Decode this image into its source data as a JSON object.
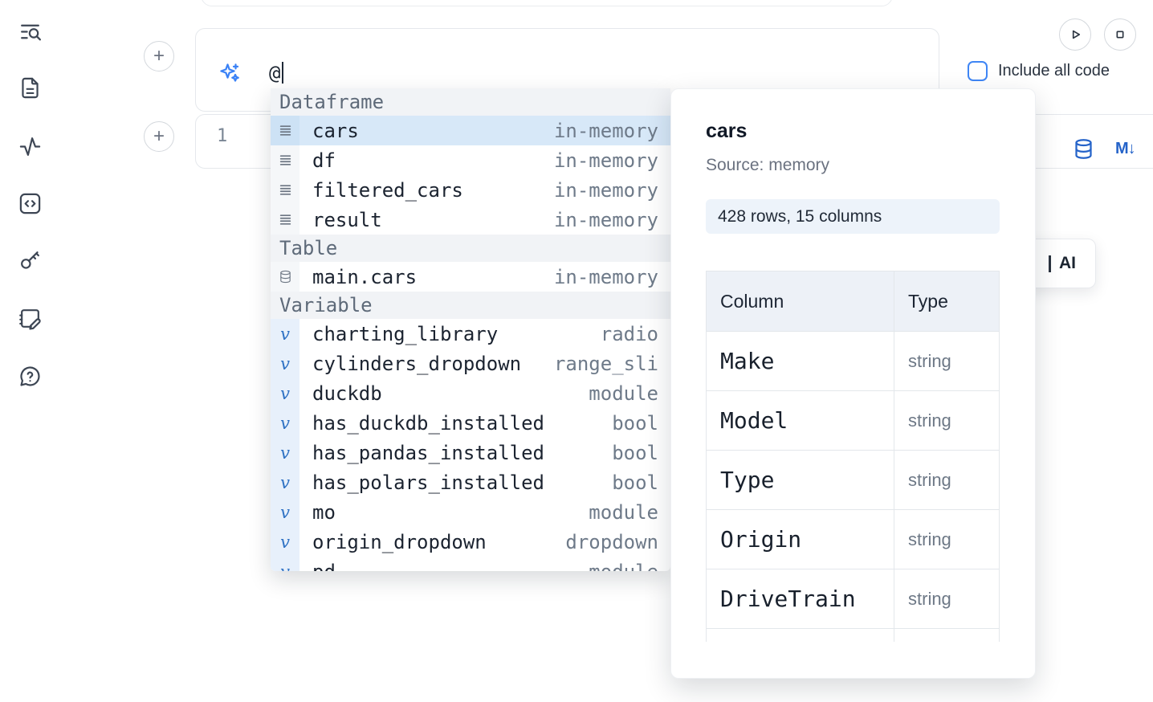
{
  "colors": {
    "accent_blue": "#3b82f6",
    "icon_blue": "#2563c9",
    "selected_row_bg": "#d7e8f8",
    "section_header_bg": "#f1f3f6",
    "badge_bg": "#edf3fa"
  },
  "icon_names": [
    "list-search-icon",
    "document-icon",
    "activity-pulse-icon",
    "code-block-icon",
    "key-icon",
    "scratchpad-icon",
    "help-chat-icon",
    "sparkle-ai-icon",
    "plus-icon",
    "play-icon",
    "stop-icon",
    "database-icon",
    "markdown-icon",
    "dataframe-rows-icon",
    "variable-icon"
  ],
  "icons": {
    "markdown_label": "M↓",
    "plus_label": "+"
  },
  "sidebar": {
    "icons": [
      "list-search-icon",
      "document-icon",
      "activity-pulse-icon",
      "code-block-icon",
      "key-icon",
      "scratchpad-icon",
      "help-chat-icon"
    ]
  },
  "toolbar": {
    "include_all_code_label": "Include all code"
  },
  "ai_input": {
    "value": "@"
  },
  "cell": {
    "line_number": "1"
  },
  "floating_button": {
    "label": "AI"
  },
  "autocomplete": {
    "sections": [
      {
        "label": "Dataframe",
        "items": [
          {
            "icon": "dataframe-rows-icon",
            "name": "cars",
            "type": "in-memory",
            "selected": true
          },
          {
            "icon": "dataframe-rows-icon",
            "name": "df",
            "type": "in-memory"
          },
          {
            "icon": "dataframe-rows-icon",
            "name": "filtered_cars",
            "type": "in-memory"
          },
          {
            "icon": "dataframe-rows-icon",
            "name": "result",
            "type": "in-memory"
          }
        ]
      },
      {
        "label": "Table",
        "items": [
          {
            "icon": "database-icon",
            "name": "main.cars",
            "type": "in-memory"
          }
        ]
      },
      {
        "label": "Variable",
        "items": [
          {
            "icon": "variable-icon",
            "name": "charting_library",
            "type": "radio"
          },
          {
            "icon": "variable-icon",
            "name": "cylinders_dropdown",
            "type": "range_sli"
          },
          {
            "icon": "variable-icon",
            "name": "duckdb",
            "type": "module"
          },
          {
            "icon": "variable-icon",
            "name": "has_duckdb_installed",
            "type": "bool"
          },
          {
            "icon": "variable-icon",
            "name": "has_pandas_installed",
            "type": "bool"
          },
          {
            "icon": "variable-icon",
            "name": "has_polars_installed",
            "type": "bool"
          },
          {
            "icon": "variable-icon",
            "name": "mo",
            "type": "module"
          },
          {
            "icon": "variable-icon",
            "name": "origin_dropdown",
            "type": "dropdown"
          },
          {
            "icon": "variable-icon",
            "name": "pd",
            "type": "module"
          }
        ]
      }
    ]
  },
  "detail_panel": {
    "title": "cars",
    "source": "Source: memory",
    "shape_badge": "428 rows, 15 columns",
    "table": {
      "headers": [
        "Column",
        "Type"
      ],
      "rows": [
        [
          "Make",
          "string"
        ],
        [
          "Model",
          "string"
        ],
        [
          "Type",
          "string"
        ],
        [
          "Origin",
          "string"
        ],
        [
          "DriveTrain",
          "string"
        ],
        [
          "",
          ""
        ]
      ]
    }
  }
}
